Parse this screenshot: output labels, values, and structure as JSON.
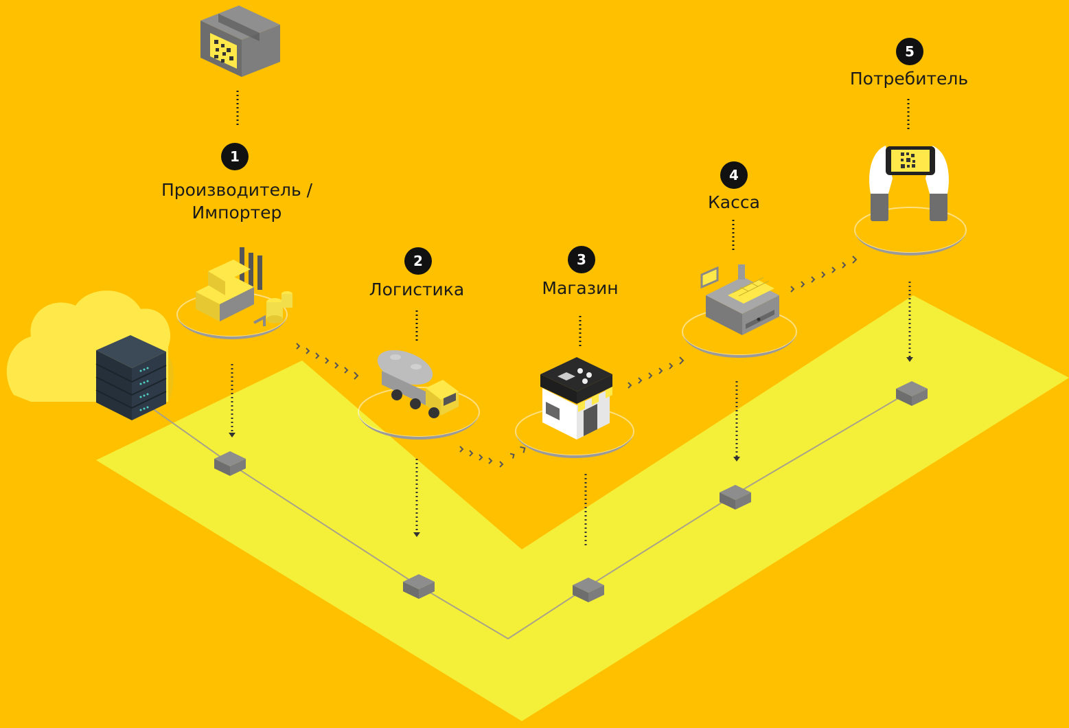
{
  "stages": [
    {
      "number": "1",
      "label_lines": [
        "Производитель /",
        "Импортер"
      ]
    },
    {
      "number": "2",
      "label_lines": [
        "Логистика"
      ]
    },
    {
      "number": "3",
      "label_lines": [
        "Магазин"
      ]
    },
    {
      "number": "4",
      "label_lines": [
        "Касса"
      ]
    },
    {
      "number": "5",
      "label_lines": [
        "Потребитель"
      ]
    }
  ],
  "colors": {
    "background": "#FFC000",
    "platform": "#F5F032",
    "accent_yellow": "#FFE94A",
    "dark_icon": "#1A1A1A",
    "server": "#2E3A47",
    "gray": "#9A9A9A"
  }
}
